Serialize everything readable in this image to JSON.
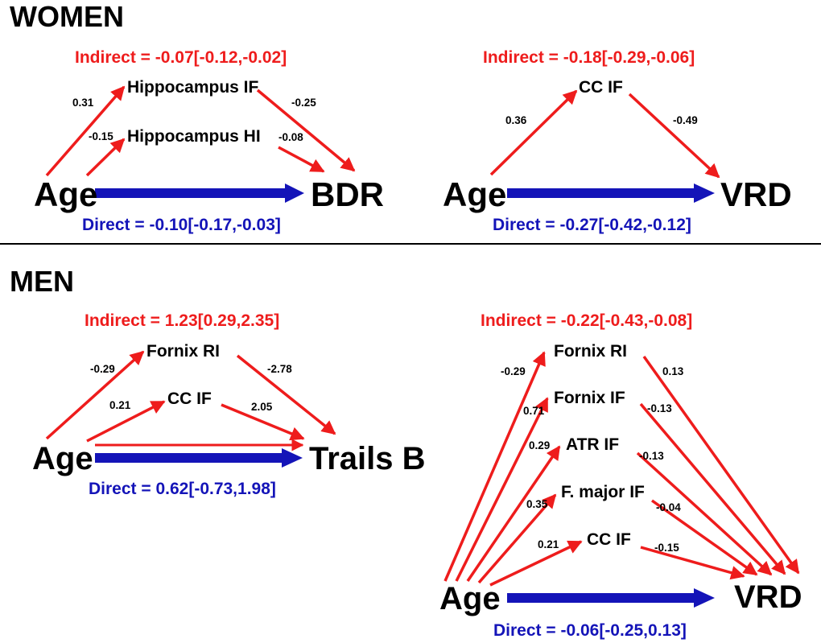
{
  "colors": {
    "indirect": "#ee1c1c",
    "direct": "#1414b8",
    "text": "#000000",
    "divider": "#000000"
  },
  "sections": {
    "women": "WOMEN",
    "men": "MEN"
  },
  "panels": [
    {
      "id": "women-bdr",
      "indirect_label": "Indirect = -0.07[-0.12,-0.02]",
      "direct_label": "Direct = -0.10[-0.17,-0.03]",
      "source": "Age",
      "outcome": "BDR",
      "mediators": [
        {
          "name": "Hippocampus IF",
          "a": "0.31",
          "b": "-0.25"
        },
        {
          "name": "Hippocampus HI",
          "a": "-0.15",
          "b": "-0.08"
        }
      ]
    },
    {
      "id": "women-vrd",
      "indirect_label": "Indirect = -0.18[-0.29,-0.06]",
      "direct_label": "Direct = -0.27[-0.42,-0.12]",
      "source": "Age",
      "outcome": "VRD",
      "mediators": [
        {
          "name": "CC IF",
          "a": "0.36",
          "b": "-0.49"
        }
      ]
    },
    {
      "id": "men-trails",
      "indirect_label": "Indirect = 1.23[0.29,2.35]",
      "direct_label": "Direct = 0.62[-0.73,1.98]",
      "source": "Age",
      "outcome": "Trails B",
      "mediators": [
        {
          "name": "Fornix RI",
          "a": "-0.29",
          "b": "-2.78"
        },
        {
          "name": "CC IF",
          "a": "0.21",
          "b": "2.05"
        }
      ]
    },
    {
      "id": "men-vrd",
      "indirect_label": "Indirect = -0.22[-0.43,-0.08]",
      "direct_label": "Direct = -0.06[-0.25,0.13]",
      "source": "Age",
      "outcome": "VRD",
      "mediators": [
        {
          "name": "Fornix RI",
          "a": "-0.29",
          "b": "0.13"
        },
        {
          "name": "Fornix IF",
          "a": "0.71",
          "b": "-0.13"
        },
        {
          "name": "ATR IF",
          "a": "0.29",
          "b": "-0.13"
        },
        {
          "name": "F. major IF",
          "a": "0.35",
          "b": "-0.04"
        },
        {
          "name": "CC IF",
          "a": "0.21",
          "b": "-0.15"
        }
      ]
    }
  ]
}
